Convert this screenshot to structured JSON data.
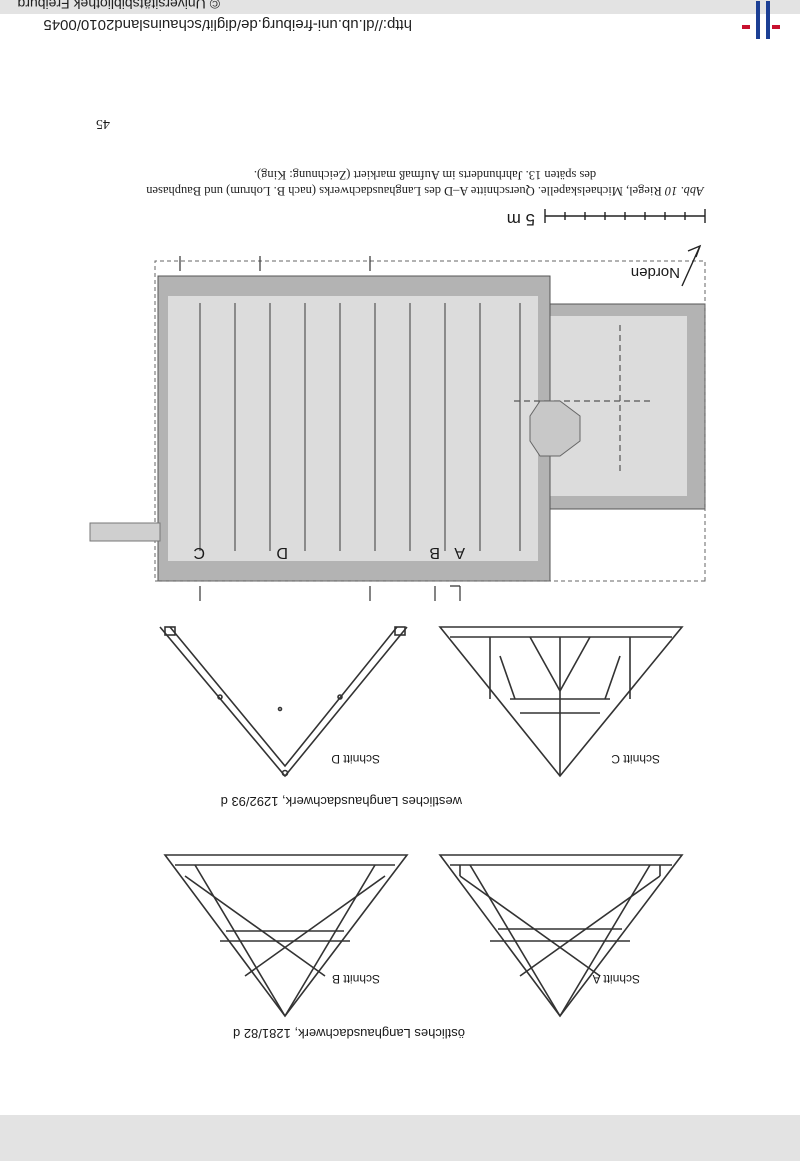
{
  "header": {
    "url": "http://dl.ub.uni-freiburg.de/diglit/schauinsland2010/0045",
    "copyright": "© Universitätsbibliothek Freiburg"
  },
  "figure": {
    "group_east": "östliches Langhausdachwerk, 1281/82 d",
    "group_west": "westliches Langhausdachwerk, 1292/93 d",
    "section_a": "Schnitt A",
    "section_b": "Schnitt B",
    "section_c": "Schnitt C",
    "section_d": "Schnitt D",
    "letter_a": "A",
    "letter_b": "B",
    "letter_c": "C",
    "letter_d": "D",
    "north": "Norden",
    "scale": "5 m"
  },
  "caption": {
    "abbr": "Abb. 10",
    "text": "Riegel, Michaelskapelle. Querschnitte A–D des Langhausdachwerks (nach B. Lohrum) und Bauphasen des späten 13. Jahrhunderts im Aufmaß markiert (Zeichnung: King)."
  },
  "page_number": "45",
  "colors": {
    "band": "#e3e3e3",
    "logo_blue": "#1c3f94",
    "logo_red": "#c8102e",
    "wall": "#b3b3b3",
    "floor": "#dcdcdc"
  }
}
